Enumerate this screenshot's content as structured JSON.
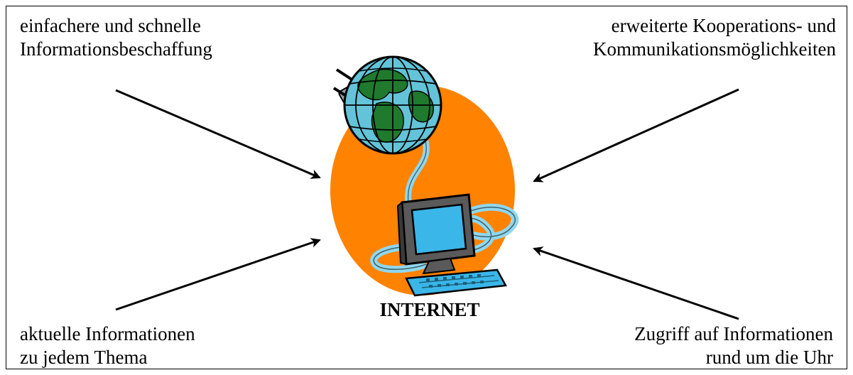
{
  "labels": {
    "top_left": [
      "einfachere und schnelle",
      "Informationsbeschaffung"
    ],
    "top_right": [
      "erweiterte Kooperations- und",
      "Kommunikationsmöglichkeiten"
    ],
    "bottom_left": [
      "aktuelle Informationen",
      "zu jedem Thema"
    ],
    "bottom_right": [
      "Zugriff auf Informationen",
      "rund um die Uhr"
    ]
  },
  "center": {
    "title": "INTERNET",
    "icon": "globe-computer-icon"
  },
  "colors": {
    "ellipse": "#ff8200",
    "globe_water": "#63c3d8",
    "globe_land": "#1f7a2e",
    "screen": "#3ab6e8",
    "monitor": "#5a5a5a",
    "cable": "#8fd7ee"
  }
}
